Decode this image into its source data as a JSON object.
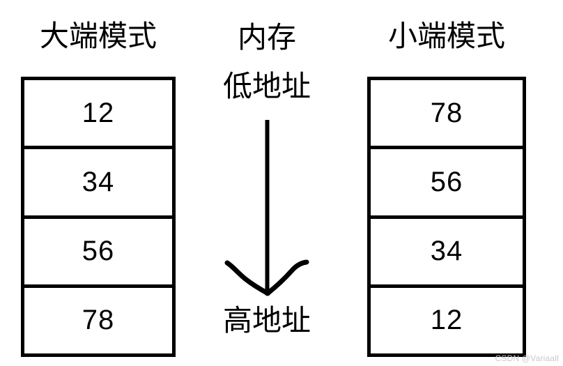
{
  "diagram": {
    "title_big_endian": "大端模式",
    "title_little_endian": "小端模式",
    "memory_label": "内存",
    "low_address_label": "低地址",
    "high_address_label": "高地址",
    "arrow_icon_name": "down-arrow-icon",
    "line_color": "#000000",
    "background_color": "#ffffff",
    "big_endian_bytes": [
      "12",
      "34",
      "56",
      "78"
    ],
    "little_endian_bytes": [
      "78",
      "56",
      "34",
      "12"
    ]
  },
  "watermark": {
    "text": "CSDN @Variaall"
  }
}
